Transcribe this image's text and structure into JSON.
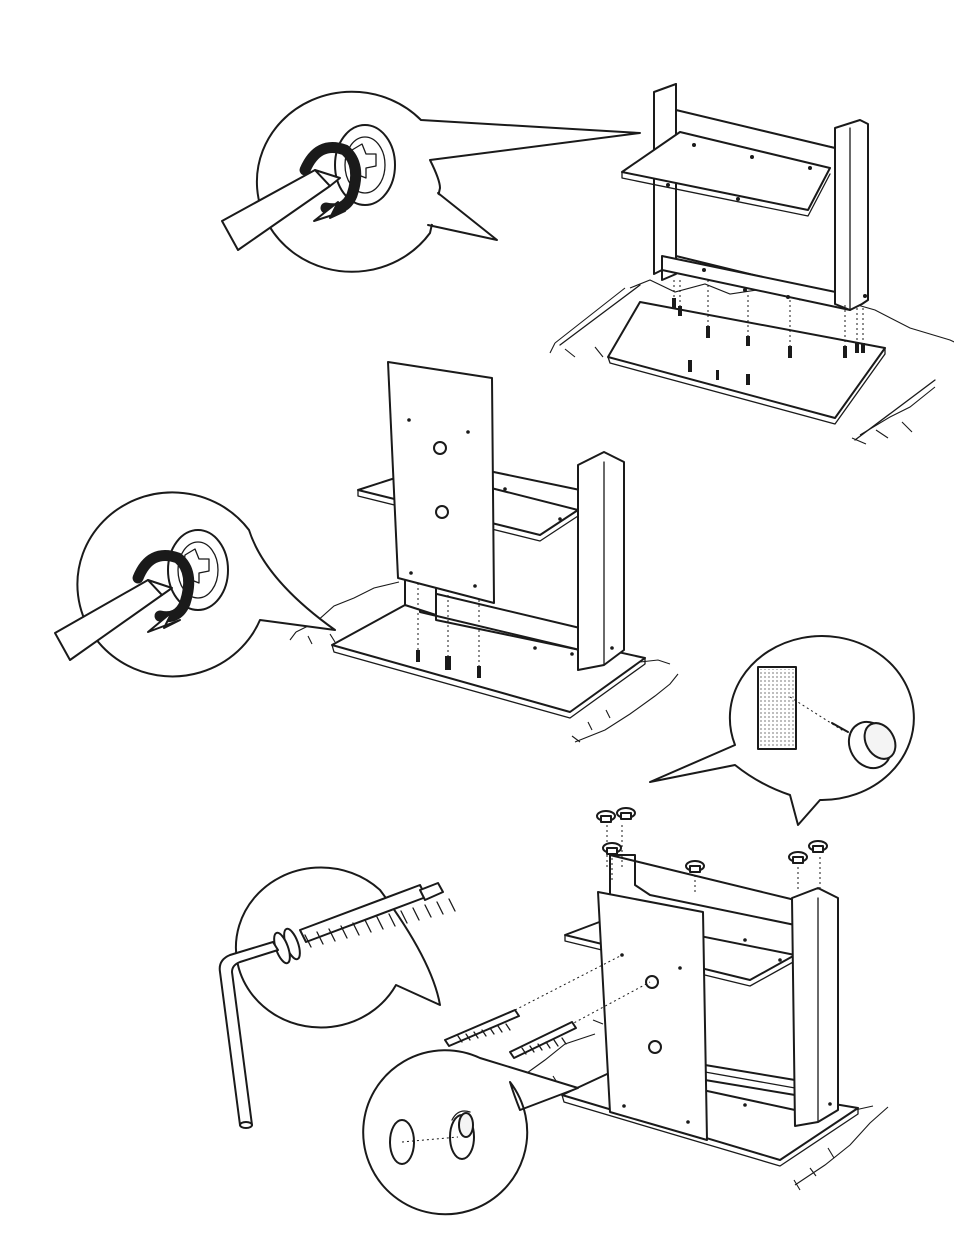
{
  "colors": {
    "ink": "#1a1a1a",
    "paper": "#ffffff",
    "shade": "#f4f4f4"
  },
  "steps": [
    {
      "detail_icon": "screwdriver-cam-lock-icon",
      "parts": [
        "frame",
        "shelf",
        "base-panel",
        "dowels",
        "cam-screws"
      ]
    },
    {
      "detail_icon": "screwdriver-cam-lock-icon",
      "parts": [
        "back-panel",
        "frame",
        "shelf",
        "base-panel",
        "cam-screws"
      ]
    },
    {
      "detail_icons": [
        "foot-glide-icon",
        "connector-bolt-icon",
        "allen-key-icon",
        "cap-cover-icon"
      ],
      "parts": [
        "back-panel",
        "frame",
        "shelf",
        "base-panel",
        "glides",
        "bolts"
      ]
    }
  ]
}
